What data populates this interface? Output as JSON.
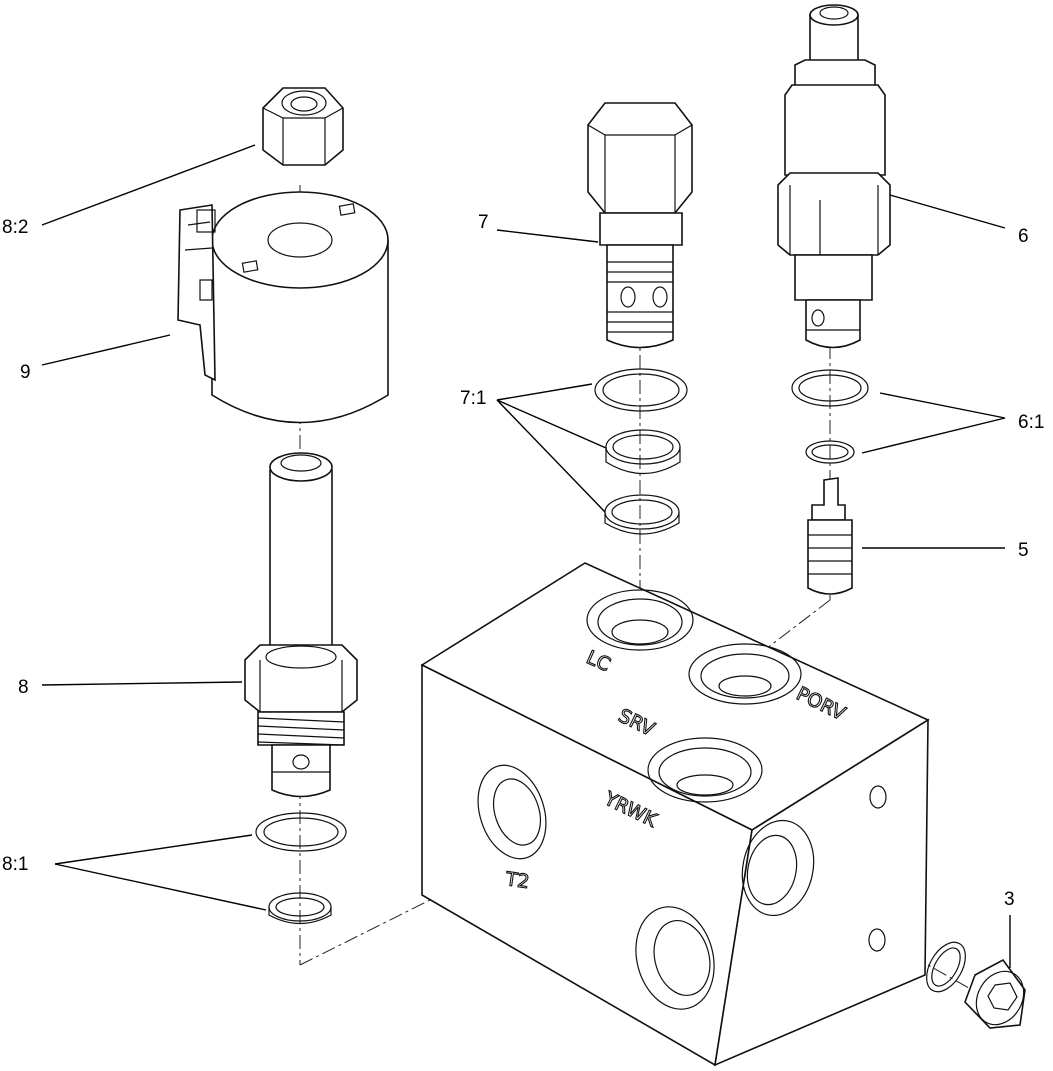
{
  "callouts": {
    "nut": "8:2",
    "coil": "9",
    "cartridge_8": "8",
    "seals_8": "8:1",
    "valve_7": "7",
    "seals_7": "7:1",
    "valve_6": "6",
    "seals_6": "6:1",
    "poppet_5": "5",
    "plug_3": "3"
  },
  "ports": {
    "lc": "LC",
    "porv": "PORV",
    "srv": "SRV",
    "yrwk": "YRWK",
    "t2": "T2"
  }
}
